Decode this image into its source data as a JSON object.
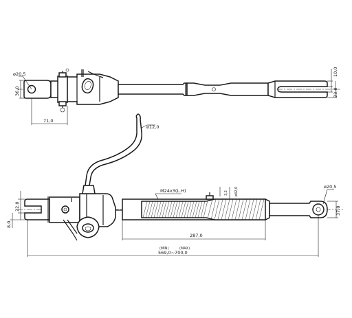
{
  "dimensions": {
    "top_pin_diameter": "ø20,5",
    "top_eye_height": "36,0",
    "top_offset_71": "71,0",
    "top_slot_width": "10,0",
    "top_fork_height": "23,0",
    "handle_diameter": "ø12,0",
    "thread_spec": "M24x3(L.H)",
    "wall_thickness": "3,2",
    "tube_diameter": "ø42,0",
    "side_eye_diameter": "ø20,5",
    "side_left_height": "22,0",
    "side_left_low": "8,0",
    "side_right_height": "37,0",
    "thread_length": "287,0",
    "total_length": "569,0~700,0",
    "min_note": "(MIN)",
    "max_note": "(MAX)"
  }
}
